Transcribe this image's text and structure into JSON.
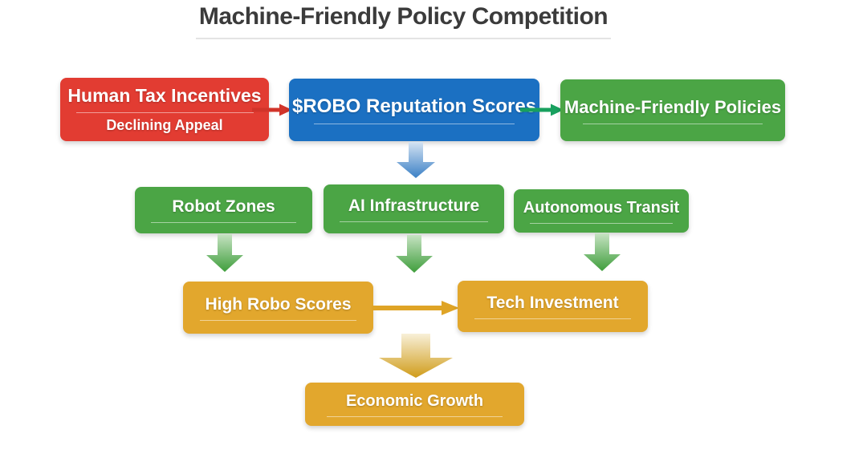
{
  "title": "Machine-Friendly Policy Competition",
  "colors": {
    "red": "#e23c32",
    "blue": "#1b70c2",
    "green": "#4ba545",
    "gold": "#e2a72d",
    "arrow-red": "#d1342a",
    "arrow-green": "#18a05e",
    "arrow-gold": "#dfa426",
    "title-text": "#3b3b3b",
    "title-rule": "#e4e4e4"
  },
  "nodes": {
    "human_tax": {
      "label": "Human Tax Incentives",
      "sublabel": "Declining Appeal"
    },
    "robo_scores": {
      "label": "$ROBO Reputation Scores"
    },
    "mf_policies": {
      "label": "Machine-Friendly Policies"
    },
    "robot_zones": {
      "label": "Robot Zones"
    },
    "ai_infrastructure": {
      "label": "AI Infrastructure"
    },
    "autonomous_transit": {
      "label": "Autonomous Transit"
    },
    "high_robo_scores": {
      "label": "High Robo Scores"
    },
    "tech_investment": {
      "label": "Tech Investment"
    },
    "economic_growth": {
      "label": "Economic Growth"
    }
  },
  "edges": [
    {
      "from": "Human Tax Incentives",
      "to": "$ROBO Reputation Scores",
      "style": "red-right-arrow"
    },
    {
      "from": "$ROBO Reputation Scores",
      "to": "Machine-Friendly Policies",
      "style": "green-right-arrow"
    },
    {
      "from": "$ROBO Reputation Scores",
      "to": "AI Infrastructure",
      "style": "blue-down-arrow"
    },
    {
      "from": "Robot Zones",
      "to": "High Robo Scores",
      "style": "green-down-arrow"
    },
    {
      "from": "AI Infrastructure",
      "to": "High Robo Scores",
      "style": "green-down-arrow"
    },
    {
      "from": "Autonomous Transit",
      "to": "Tech Investment",
      "style": "green-down-arrow"
    },
    {
      "from": "High Robo Scores",
      "to": "Tech Investment",
      "style": "gold-right-arrow"
    },
    {
      "from": "High Robo Scores",
      "to": "Economic Growth",
      "style": "gold-down-arrow"
    }
  ]
}
